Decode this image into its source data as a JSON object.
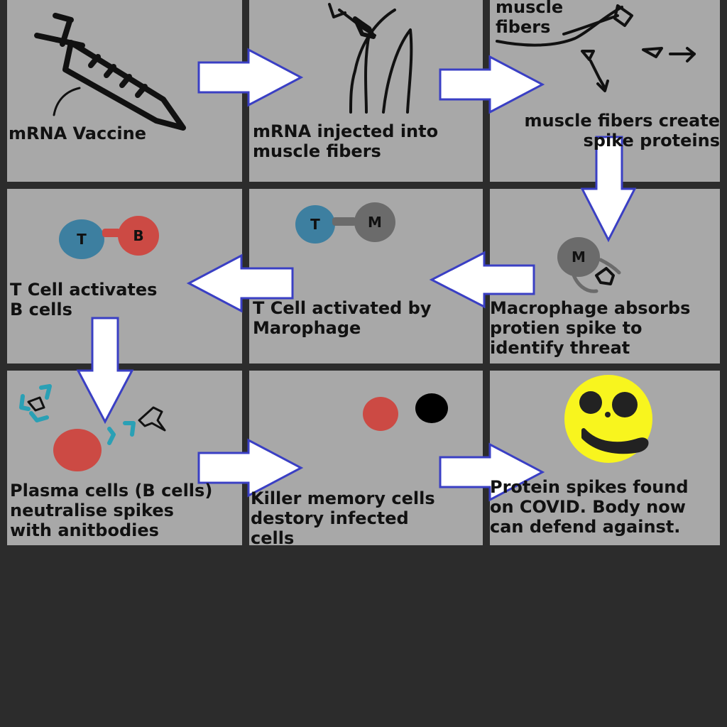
{
  "steps": [
    {
      "caption": "mRNA Vaccine"
    },
    {
      "caption": "mRNA injected into\nmuscle fibers"
    },
    {
      "caption": "muscle fibers create\nspike proteins",
      "top_label": "muscle\nfibers"
    },
    {
      "caption": "T Cell activates\nB cells"
    },
    {
      "caption": "T Cell activated by\nMarophage"
    },
    {
      "caption": "Macrophage absorbs\nprotien spike to\nidentify threat"
    },
    {
      "caption": "Plasma cells (B cells)\nneutralise spikes\nwith anitbodies"
    },
    {
      "caption": "Killer memory cells\ndestory infected\ncells"
    },
    {
      "caption": "Protein spikes found\non COVID. Body now\ncan defend against."
    }
  ],
  "cell_labels": {
    "t_cell": "T",
    "b_cell": "B",
    "macrophage": "M"
  },
  "colors": {
    "background": "#2c2c2c",
    "panel": "#a8a8a8",
    "t_cell": "#3d7fa0",
    "b_cell": "#cc4a44",
    "macrophage": "#6b6b6b",
    "antibody": "#2aa0b5",
    "smiley": "#f8f51e",
    "arrow_fill": "#ffffff",
    "arrow_stroke": "#3a3fc4"
  }
}
